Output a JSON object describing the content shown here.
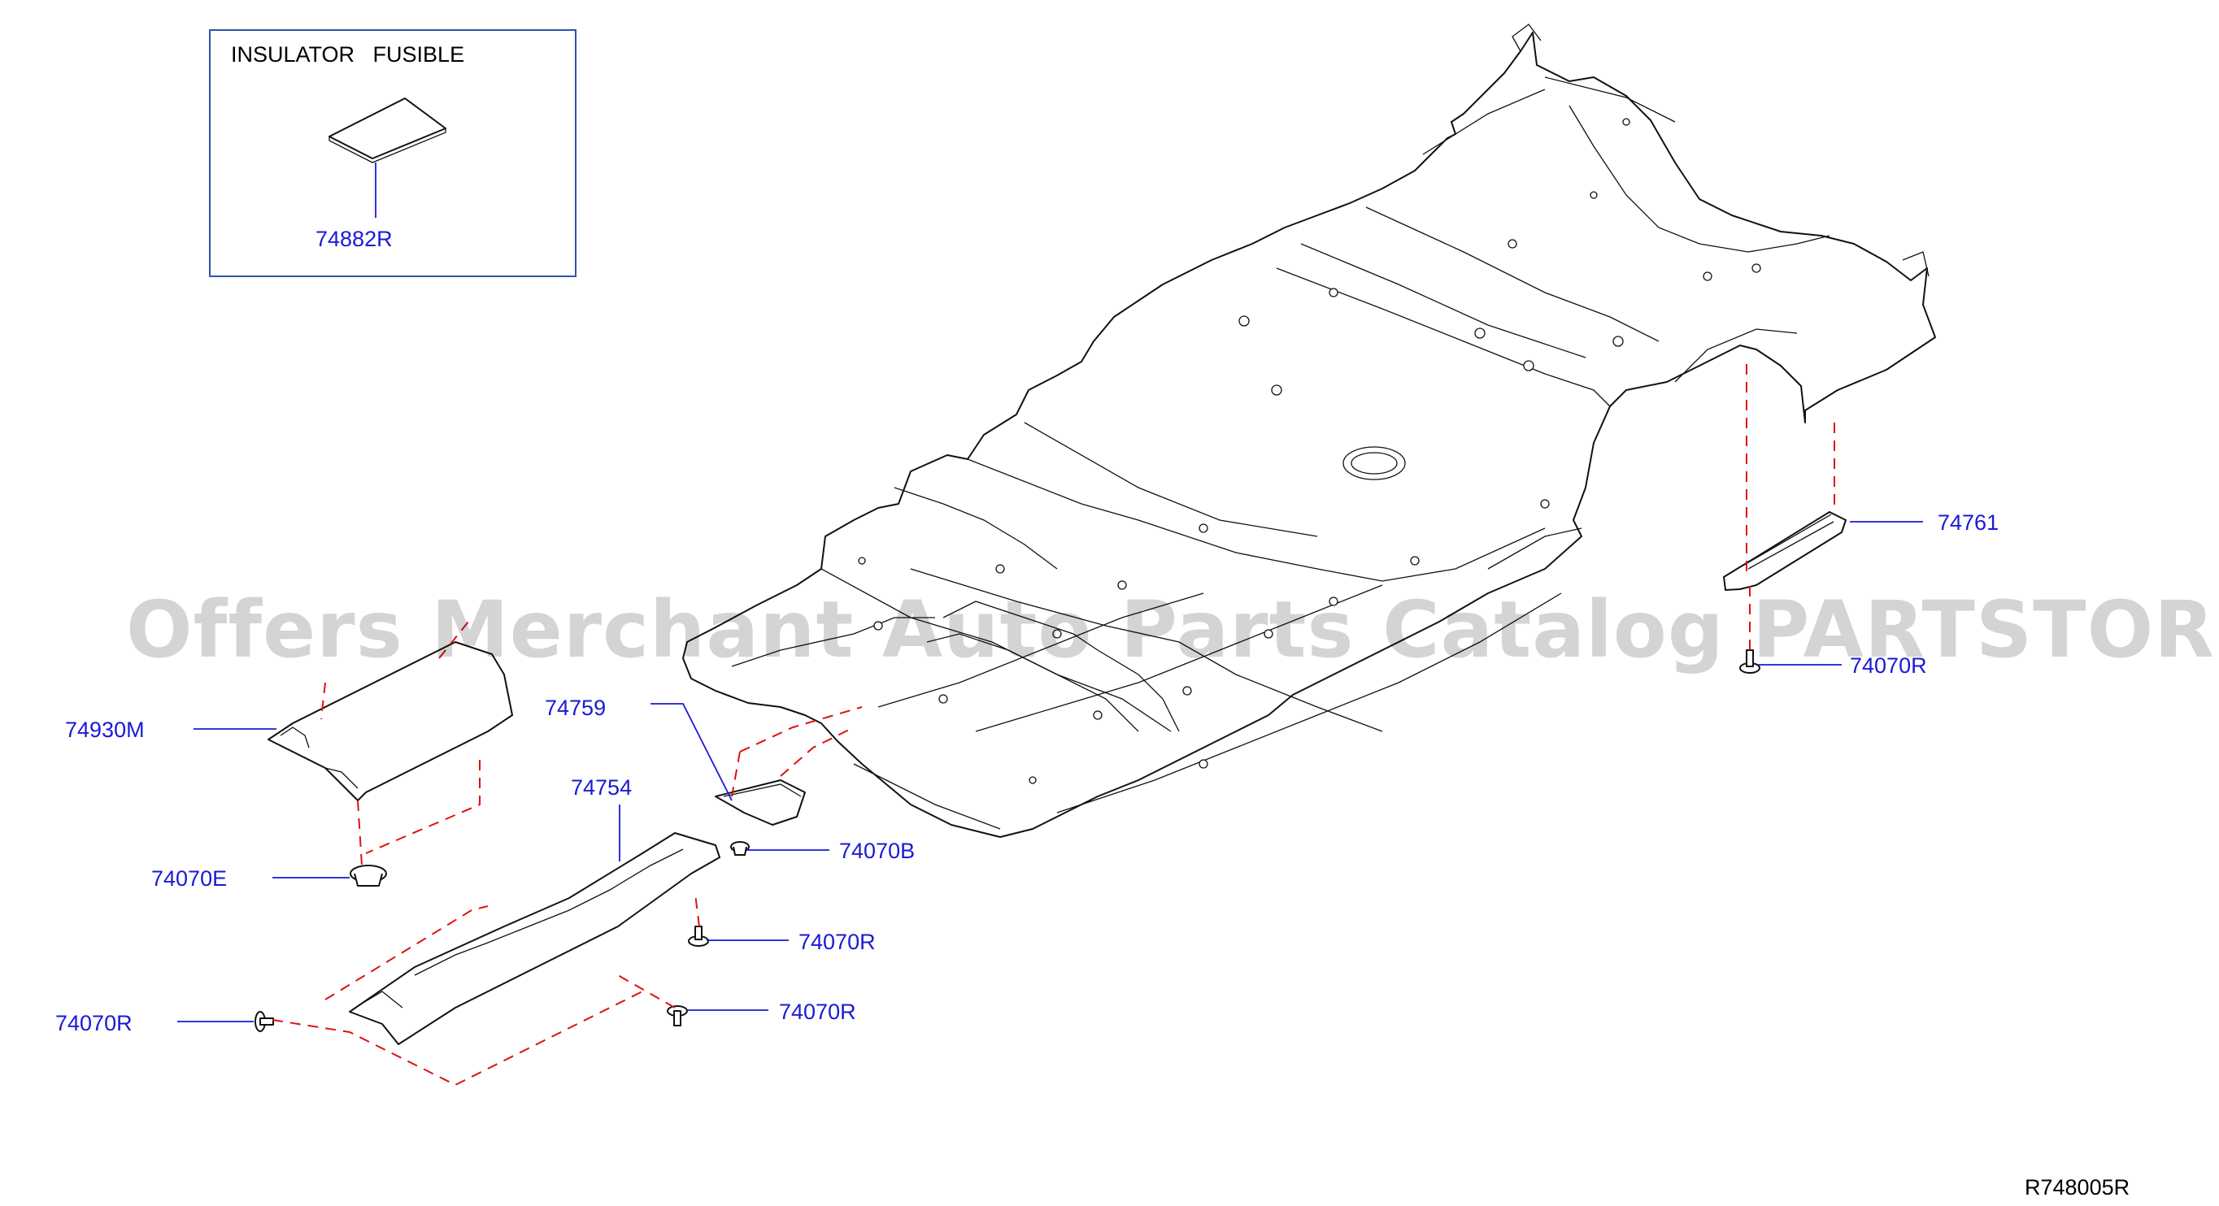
{
  "inset": {
    "title": "INSULATOR   FUSIBLE",
    "part_number": "74882R"
  },
  "callouts": {
    "p74761": "74761",
    "p74070R_right": "74070R",
    "p74759": "74759",
    "p74070B": "74070B",
    "p74930M": "74930M",
    "p74070E": "74070E",
    "p74754": "74754",
    "p74070R_mid": "74070R",
    "p74070R_bottom": "74070R",
    "p74070R_left": "74070R"
  },
  "watermark": "Offers Merchant Auto Parts Catalog PARTSTORE.SA",
  "diagram_code": "R748005R",
  "colors": {
    "callout_text": "#1a1ad6",
    "dashed_guides": "#e01010",
    "inset_border": "#2b55a8",
    "line_art": "#111111"
  }
}
